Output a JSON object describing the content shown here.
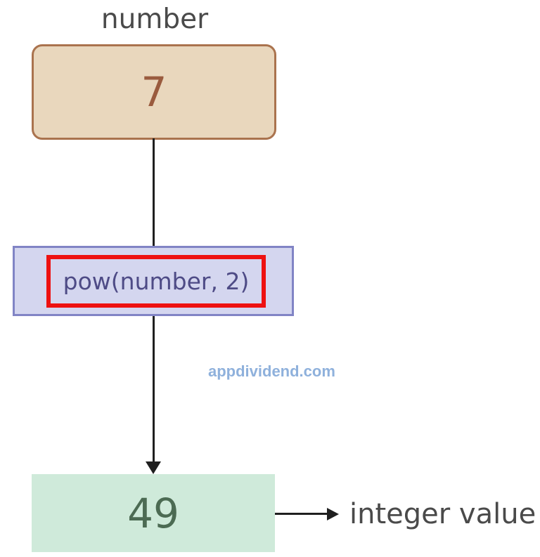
{
  "diagram": {
    "input_label": "number",
    "input_value": "7",
    "function_call": "pow(number, 2)",
    "output_value": "49",
    "output_label": "integer value",
    "watermark": "appdividend.com",
    "colors": {
      "input_box_fill": "#e9d7bd",
      "input_box_border": "#aa734e",
      "input_value_text": "#9a5b3e",
      "function_box_fill": "#d4d6ef",
      "function_box_border": "#8184c5",
      "function_text": "#4e4b86",
      "highlight_border": "#ee1111",
      "output_box_fill": "#cfeada",
      "output_value_text": "#4c6b53",
      "label_text": "#4a4a4a",
      "watermark_text": "#8fb1dc",
      "arrow": "#1f1f1f",
      "background": "#ffffff"
    }
  }
}
